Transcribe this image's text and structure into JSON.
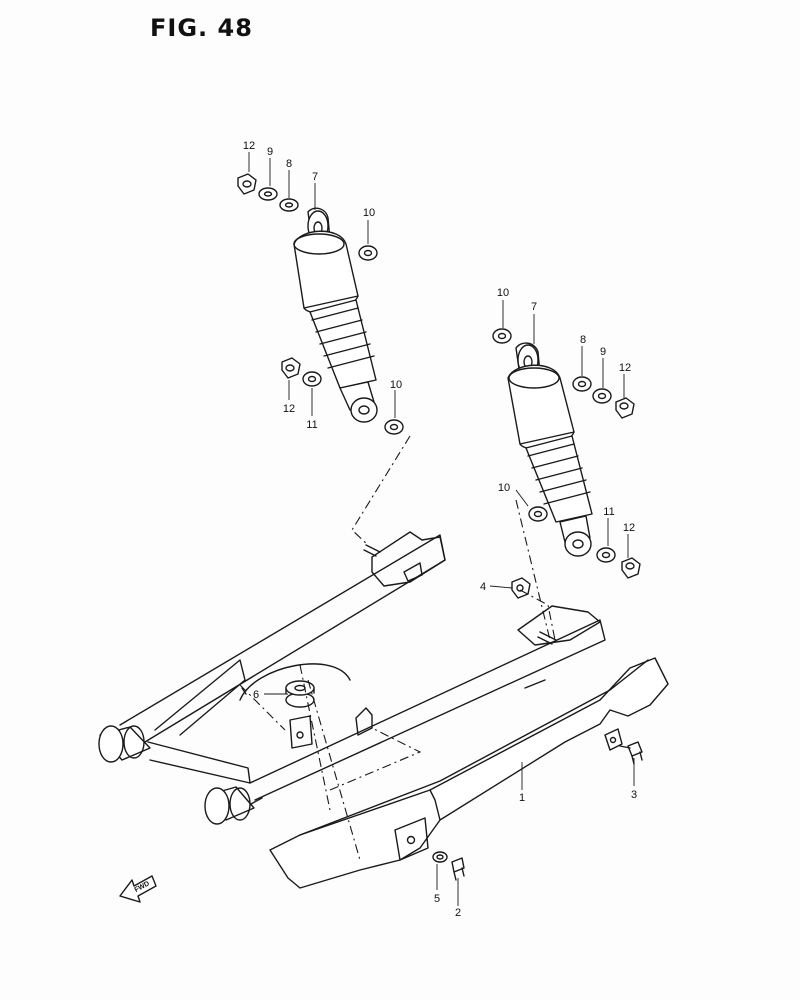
{
  "figure": {
    "title": "FIG. 48"
  },
  "callouts": {
    "c1": "1",
    "c2": "2",
    "c3": "3",
    "c4": "4",
    "c5": "5",
    "c6": "6",
    "l7": "7",
    "l8": "8",
    "l9": "9",
    "l10a": "10",
    "l10b": "10",
    "l11": "11",
    "l12a": "12",
    "l12b": "12",
    "r7": "7",
    "r8": "8",
    "r9": "9",
    "r10a": "10",
    "r10b": "10",
    "r11": "11",
    "r12a": "12",
    "r12b": "12"
  },
  "fwd_label": "FWD"
}
